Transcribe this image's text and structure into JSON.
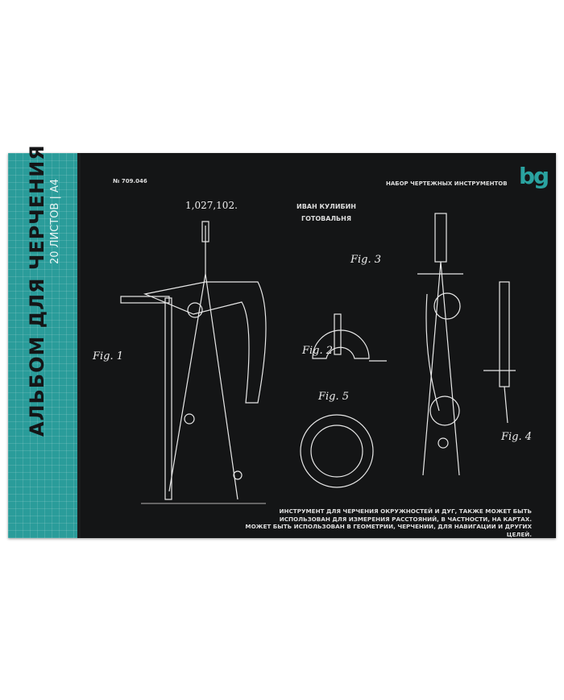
{
  "spine": {
    "title": "АЛЬБОМ ДЛЯ ЧЕРЧЕНИЯ",
    "subtitle": "20 ЛИСТОВ | А4"
  },
  "header": {
    "article": "№ 709.046",
    "series": "НАБОР ЧЕРТЕЖНЫХ ИНСТРУМЕНТОВ",
    "logo": "bg"
  },
  "drawing": {
    "patent_number": "1,027,102.",
    "author": "ИВАН КУЛИБИН",
    "name": "ГОТОВАЛЬНЯ",
    "figures": [
      "Fig. 1",
      "Fig. 2",
      "Fig. 3",
      "Fig. 4",
      "Fig. 5"
    ]
  },
  "description": [
    "ИНСТРУМЕНТ ДЛЯ ЧЕРЧЕНИЯ ОКРУЖНОСТЕЙ И ДУГ, ТАКЖЕ МОЖЕТ БЫТЬ",
    "ИСПОЛЬЗОВАН ДЛЯ ИЗМЕРЕНИЯ РАССТОЯНИЙ, В ЧАСТНОСТИ, НА КАРТАХ.",
    "МОЖЕТ БЫТЬ ИСПОЛЬЗОВАН В ГЕОМЕТРИИ, ЧЕРЧЕНИИ, ДЛЯ НАВИГАЦИИ И ДРУГИХ ЦЕЛЕЙ."
  ],
  "colors": {
    "accent": "#2a9c9a",
    "background": "#141516"
  }
}
